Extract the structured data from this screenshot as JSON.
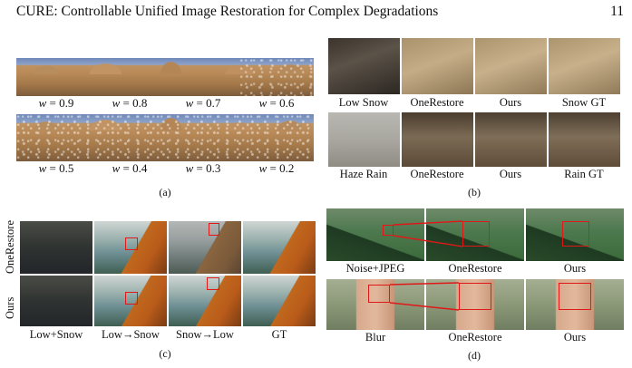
{
  "header": {
    "title": "CURE: Controllable Unified Image Restoration for Complex Degradations",
    "page_number": "11"
  },
  "panel_a": {
    "weights_top": [
      "0.9",
      "0.8",
      "0.7",
      "0.6"
    ],
    "weights_bottom": [
      "0.5",
      "0.4",
      "0.3",
      "0.2"
    ],
    "weight_symbol": "w",
    "caption": "(a)"
  },
  "panel_b": {
    "labels_top": [
      "Low Snow",
      "OneRestore",
      "Ours",
      "Snow GT"
    ],
    "labels_bottom": [
      "Haze Rain",
      "OneRestore",
      "Ours",
      "Rain GT"
    ],
    "caption": "(b)"
  },
  "panel_c": {
    "row_labels": [
      "OneRestore",
      "Ours"
    ],
    "col_labels": [
      "Low+Snow",
      "Low→Snow",
      "Snow→Low",
      "GT"
    ],
    "caption": "(c)"
  },
  "panel_d": {
    "labels_top": [
      "Noise+JPEG",
      "OneRestore",
      "Ours"
    ],
    "labels_bottom": [
      "Blur",
      "OneRestore",
      "Ours"
    ],
    "caption": "(d)"
  }
}
